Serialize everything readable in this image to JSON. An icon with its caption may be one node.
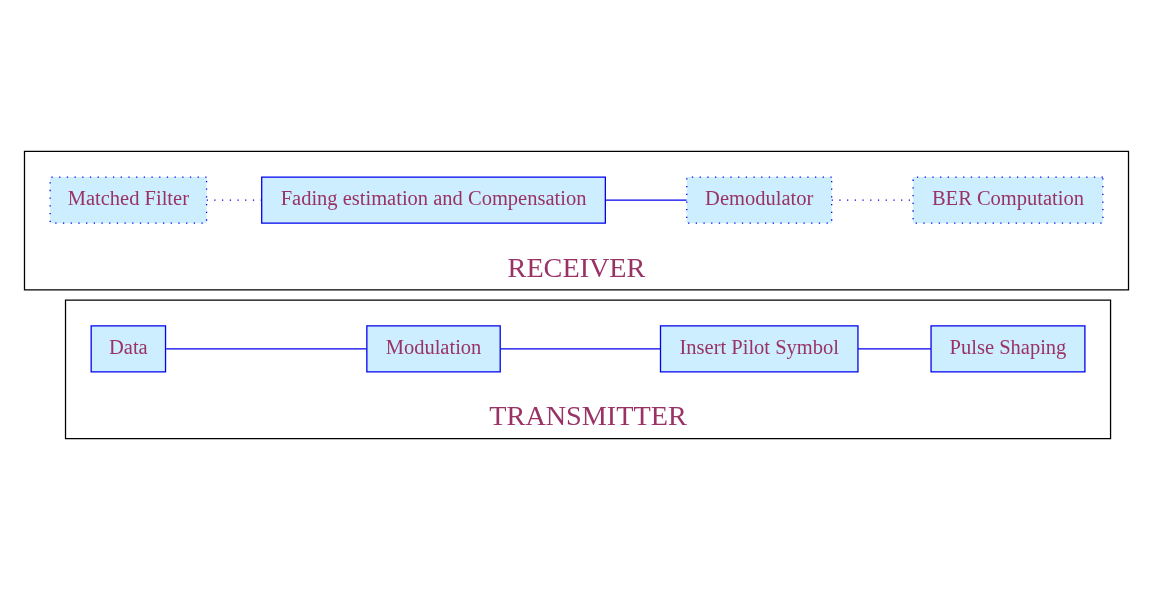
{
  "diagram": {
    "nodes": [
      {
        "text": [
          "TRANSMITTER"
        ]
      },
      {
        "text": [
          "Data"
        ],
        "in": 0
      },
      {
        "text": [
          "Modulation"
        ],
        "in": 0
      },
      {
        "text": [
          "Insert Pilot Symbol"
        ],
        "in": 0
      },
      {
        "text": [
          "Pulse Shaping"
        ],
        "in": 0
      },
      {
        "text": [
          "RECEIVER"
        ]
      },
      {
        "text": [
          "Matched Filter"
        ],
        "in": 5
      },
      {
        "text": [
          "Fading estimation and Compensation"
        ],
        "in": 5
      },
      {
        "text": [
          "Demodulator"
        ],
        "in": 5
      },
      {
        "text": [
          "BER Computation"
        ],
        "in": 5
      }
    ],
    "edges": [
      {
        "from": 1,
        "to": 2,
        "arrow": "none"
      },
      {
        "from": 2,
        "to": 3,
        "arrow": "none"
      },
      {
        "from": 3,
        "to": 4,
        "arrow": "none"
      },
      {
        "from": 6,
        "to": 7,
        "arrow": "none",
        "style": "dashed"
      },
      {
        "from": 7,
        "to": 8,
        "arrow": "none"
      },
      {
        "from": 8,
        "to": 9,
        "arrow": "none",
        "style": "dashed"
      }
    ]
  }
}
